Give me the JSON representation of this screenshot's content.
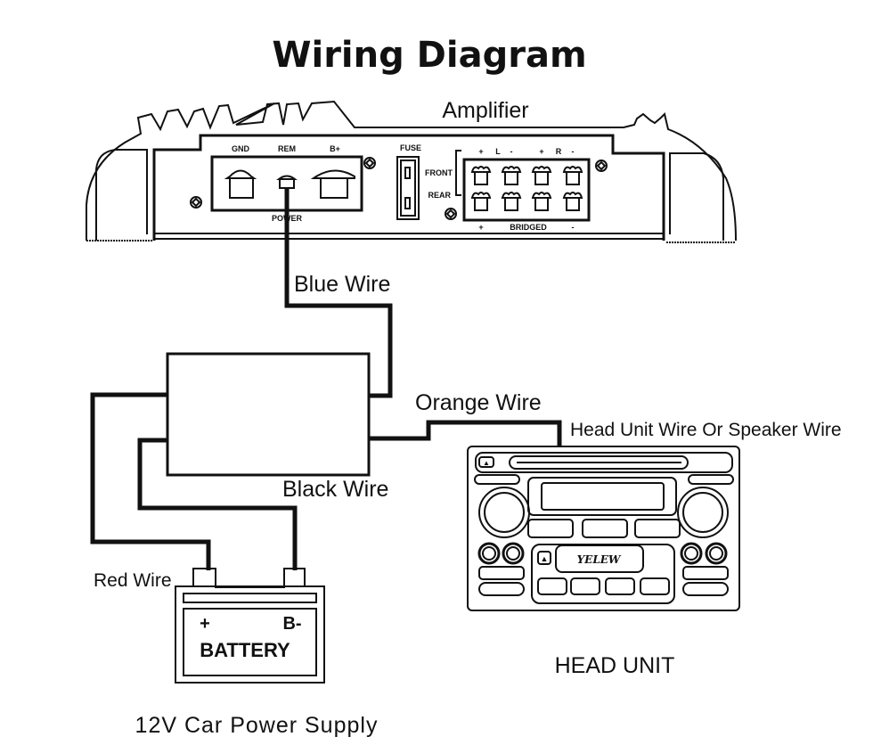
{
  "title": "Wiring Diagram",
  "amplifier": {
    "label": "Amplifier",
    "power_terminals": [
      "GND",
      "REM",
      "B+"
    ],
    "power_label": "POWER",
    "fuse_label": "FUSE",
    "speaker_rows": [
      "FRONT",
      "REAR"
    ],
    "speaker_top_labels": {
      "l_plus": "+",
      "l": "L",
      "l_minus": "-",
      "r_plus": "+",
      "r": "R",
      "r_minus": "-"
    },
    "bridged": {
      "plus": "+",
      "label": "BRIDGED",
      "minus": "-"
    }
  },
  "wires": {
    "blue": "Blue Wire",
    "orange": "Orange Wire",
    "black": "Black Wire",
    "red": "Red Wire",
    "head_unit_wire": "Head Unit Wire Or Speaker Wire"
  },
  "battery": {
    "plus": "+",
    "minus": "B-",
    "label": "BATTERY",
    "caption": "12V Car Power Supply"
  },
  "head_unit": {
    "label": "HEAD UNIT",
    "logo": "YELEW",
    "eject_icon": "▲"
  }
}
